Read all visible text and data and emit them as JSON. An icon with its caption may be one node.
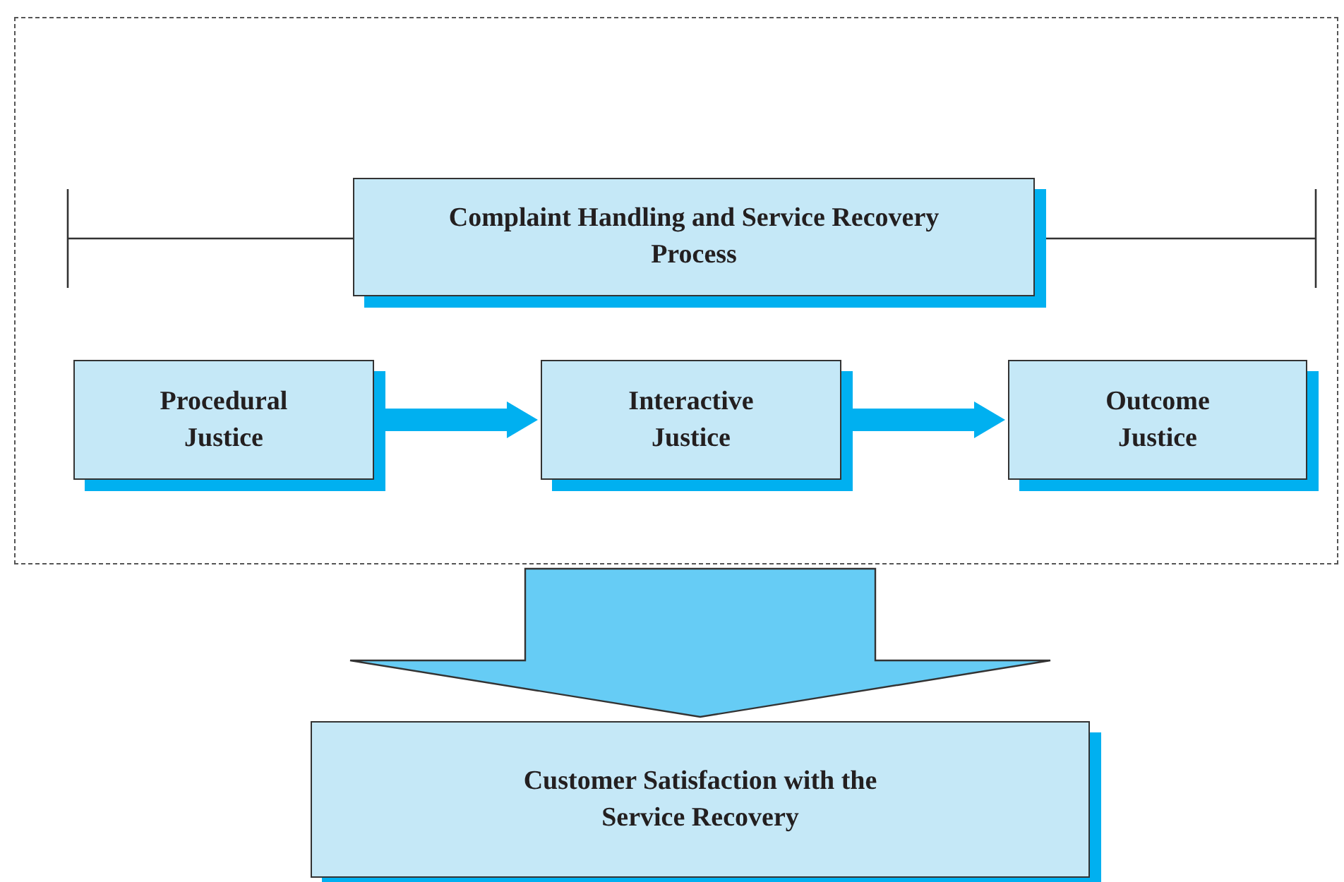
{
  "diagram": {
    "nodes": [
      {
        "text": [],
        "shape": "box"
      },
      {
        "text": [
          "Complaint Handling and Service Recovery Process"
        ],
        "in": 0
      },
      {
        "text": [
          "Procedural Justice"
        ],
        "in": 0
      },
      {
        "text": [
          "Interactive Justice"
        ],
        "in": 0
      },
      {
        "text": [
          "Outcome Justice"
        ],
        "in": 0
      },
      {
        "text": [
          "Customer Satisfaction with the Service Recovery"
        ]
      }
    ],
    "edges": [
      {
        "from": 2,
        "to": 3,
        "arrow": "to",
        "style": "thick"
      },
      {
        "from": 3,
        "to": 4,
        "arrow": "to",
        "style": "thick"
      },
      {
        "from": 0,
        "to": 5,
        "arrow": "to",
        "style": "thick",
        "color": "#66ccf5"
      }
    ]
  }
}
